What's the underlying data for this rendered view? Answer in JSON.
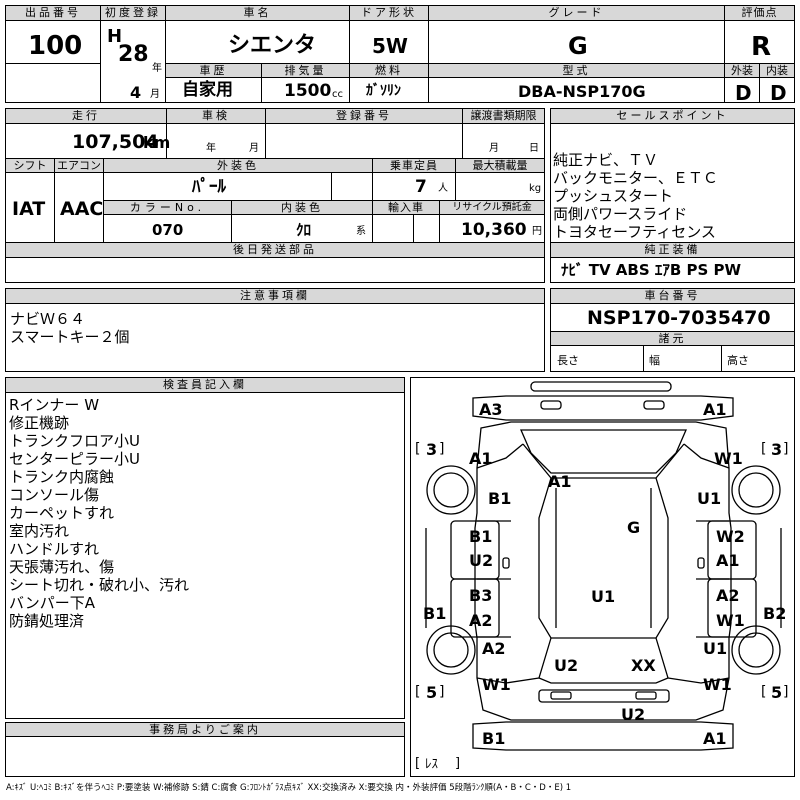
{
  "top": {
    "lot_label": "出品番号",
    "lot": "100",
    "first_reg_label": "初度登録",
    "era": "H",
    "year": "28",
    "year_unit": "年",
    "month": "4",
    "month_unit": "月",
    "car_name_label": "車名",
    "car_name": "シエンタ",
    "door_label": "ドア形状",
    "door": "5W",
    "grade_label": "グレード",
    "grade": "G",
    "score_label": "評価点",
    "score": "R",
    "history_label": "車歴",
    "history": "自家用",
    "displacement_label": "排気量",
    "displacement": "1500",
    "cc": "cc",
    "fuel_label": "燃料",
    "fuel": "ｶﾞｿﾘﾝ",
    "model_label": "型式",
    "model": "DBA-NSP170G",
    "exterior_label": "外装",
    "exterior": "D",
    "interior_label": "内装",
    "interior": "D"
  },
  "mid": {
    "mileage_label": "走行",
    "mileage": "107,504",
    "km": "km",
    "inspection_label": "車検",
    "insp_year": "年",
    "insp_month": "月",
    "reg_no_label": "登録番号",
    "transfer_label": "譲渡書類期限",
    "tr_month": "月",
    "tr_day": "日",
    "shift_label": "シフト",
    "shift": "IAT",
    "ac_label": "エアコン",
    "ac": "AAC",
    "color_label": "外装色",
    "color": "ﾊﾟｰﾙ",
    "seats_label": "乗車定員",
    "seats": "7",
    "seats_unit": "人",
    "maxload_label": "最大積載量",
    "maxload_unit": "kg",
    "color_no_label": "カラーNo.",
    "color_no": "070",
    "int_color_label": "内装色",
    "int_color": "ｸﾛ",
    "int_color_unit": "系",
    "import_label": "輸入車",
    "recycle_label": "リサイクル預託金",
    "recycle": "10,360",
    "recycle_unit": "円",
    "later_label": "後日発送部品"
  },
  "sales": {
    "label": "セールスポイント",
    "lines": [
      "純正ナビ、ＴＶ",
      "バックモニター、ＥＴＣ",
      "プッシュスタート",
      "両側パワースライド",
      "トヨタセーフティセンス"
    ],
    "equip_label": "純正装備",
    "equip": "ﾅﾋﾞ TV ABS ｴｱB PS PW"
  },
  "notes": {
    "label": "注意事項欄",
    "lines": [
      "ナビＷ６４",
      "スマートキー２個"
    ]
  },
  "chassis": {
    "label": "車台番号",
    "value": "NSP170-7035470",
    "spec_label": "諸元",
    "length": "長さ",
    "width": "幅",
    "height": "高さ"
  },
  "inspector": {
    "label": "検査員記入欄",
    "lines": [
      "Rインナー W",
      "修正機跡",
      "トランクフロア小U",
      "センターピラー小U",
      "トランク内腐蝕",
      "コンソール傷",
      "カーペットすれ",
      "室内汚れ",
      "ハンドルすれ",
      "天張薄汚れ、傷",
      "シート切れ・破れ小、汚れ",
      "バンパー下A",
      "防錆処理済"
    ]
  },
  "office": {
    "label": "事務局よりご案内"
  },
  "diagram": {
    "marks": {
      "fl_bumper": "A3",
      "fr_bumper": "A1",
      "lf_tire_n": "3",
      "rf_tire_n": "3",
      "lf_fender": "A1",
      "rf_fender": "W1",
      "hood": "A1",
      "lf_pillar": "B1",
      "rf_pillar": "U1",
      "roof_g": "G",
      "lf_door1": "B1",
      "lf_door2": "U2",
      "rf_door1": "W2",
      "rf_door2": "A1",
      "lr_door1": "B3",
      "lr_door2": "A2",
      "rr_door1": "A2",
      "rr_door2": "W1",
      "l_sill": "B1",
      "r_sill": "B2",
      "roof_u": "U1",
      "lr_fender1": "A2",
      "lr_fender2": "W1",
      "rr_fender1": "U1",
      "rr_fender2": "W1",
      "rear_u": "U2",
      "rear_xx": "XX",
      "lr_tire_n": "5",
      "rr_tire_n": "5",
      "rear_bumper": "U2",
      "rl_bumper": "B1",
      "rr_bumper": "A1",
      "spare": "ﾚｽ"
    }
  },
  "legend": "A:ｷｽﾞ U:ﾍｺﾐ B:ｷｽﾞを伴うﾍｺﾐ P:要塗装 W:補修跡 S:錆 C:腐食 G:ﾌﾛﾝﾄｶﾞﾗｽ点ｷｽﾞ XX:交換済み X:要交換 内・外装評価 5段階ﾗﾝｸ順(A・B・C・D・E) 1"
}
